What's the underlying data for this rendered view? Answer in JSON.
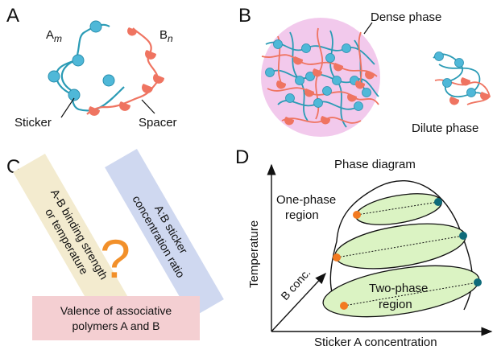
{
  "panel_a": {
    "letter": "A",
    "polymer_a": "A",
    "polymer_a_sub": "m",
    "polymer_b": "B",
    "polymer_b_sub": "n",
    "sticker_label": "Sticker",
    "spacer_label": "Spacer"
  },
  "panel_b": {
    "letter": "B",
    "dense_label": "Dense phase",
    "dilute_label": "Dilute phase"
  },
  "panel_c": {
    "letter": "C",
    "left_bar_line1": "A-B binding strength",
    "left_bar_line2": "or temperature",
    "right_bar_line1": "A:B sticker",
    "right_bar_line2": "concentration ratio",
    "bottom_line1": "Valence of associative",
    "bottom_line2": "polymers A and B",
    "question": "?"
  },
  "panel_d": {
    "letter": "D",
    "title": "Phase diagram",
    "y_axis": "Temperature",
    "x_axis": "Sticker A concentration",
    "z_axis": "B conc.",
    "one_phase_line1": "One-phase",
    "one_phase_line2": "region",
    "two_phase_line1": "Two-phase",
    "two_phase_line2": "region"
  },
  "colors": {
    "teal_bead": "#4fb8d8",
    "teal_chain": "#2a9bb5",
    "salmon": "#ef7461",
    "dense_circle": "#f2c9ec",
    "yellow_bar": "#f3ebcf",
    "blue_bar": "#cfd8f0",
    "pink_box": "#f4cfd2",
    "orange_q": "#f2902a",
    "ellipse_fill": "#dbf3c3",
    "orange_point": "#f27a20",
    "teal_point": "#0f6b7a"
  }
}
